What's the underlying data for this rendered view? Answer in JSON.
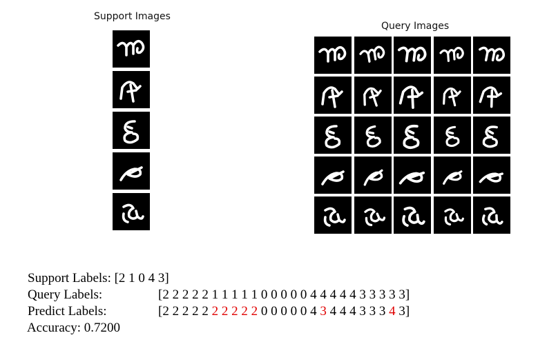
{
  "support": {
    "title": "Support Images",
    "tiles": [
      {
        "glyph": "class-2"
      },
      {
        "glyph": "class-1"
      },
      {
        "glyph": "class-0"
      },
      {
        "glyph": "class-4"
      },
      {
        "glyph": "class-3"
      }
    ]
  },
  "query": {
    "title": "Query Images",
    "rows": [
      {
        "glyph": "class-2",
        "count": 5
      },
      {
        "glyph": "class-1",
        "count": 5
      },
      {
        "glyph": "class-0",
        "count": 5
      },
      {
        "glyph": "class-4",
        "count": 5
      },
      {
        "glyph": "class-3",
        "count": 5
      }
    ]
  },
  "results": {
    "support_label": "Support Labels: [2 1 0 4 3]",
    "query_label": "Query Labels:",
    "predict_label": "Predict Labels:",
    "accuracy_label": "Accuracy: 0.7200",
    "query_labels": [
      2,
      2,
      2,
      2,
      2,
      1,
      1,
      1,
      1,
      1,
      0,
      0,
      0,
      0,
      0,
      4,
      4,
      4,
      4,
      4,
      3,
      3,
      3,
      3,
      3
    ],
    "predict_labels": [
      2,
      2,
      2,
      2,
      2,
      2,
      2,
      2,
      2,
      2,
      0,
      0,
      0,
      0,
      0,
      4,
      3,
      4,
      4,
      4,
      3,
      3,
      3,
      4,
      3
    ],
    "error_color": "#e00000"
  }
}
